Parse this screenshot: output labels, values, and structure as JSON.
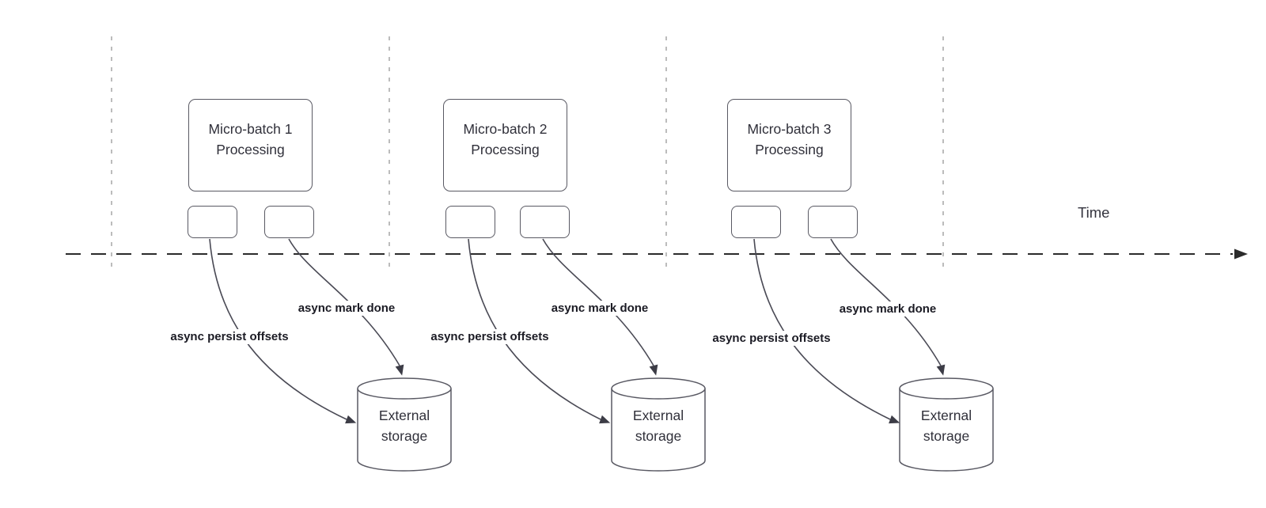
{
  "colors": {
    "background": "#ffffff",
    "node_stroke": "#595963",
    "curve_stroke": "#4a4a55",
    "axis_stroke": "#2b2b2b",
    "guide_stroke": "#a6a6a6",
    "node_text": "#30303a",
    "bold_label_text": "#1b1b24"
  },
  "time_axis": {
    "label": "Time"
  },
  "groups": [
    {
      "box_title": "Micro-batch 1",
      "box_subtitle": "Processing",
      "persist_label": "async persist offsets",
      "done_label": "async mark done",
      "storage_line1": "External",
      "storage_line2": "storage"
    },
    {
      "box_title": "Micro-batch 2",
      "box_subtitle": "Processing",
      "persist_label": "async persist offsets",
      "done_label": "async mark done",
      "storage_line1": "External",
      "storage_line2": "storage"
    },
    {
      "box_title": "Micro-batch 3",
      "box_subtitle": "Processing",
      "persist_label": "async persist offsets",
      "done_label": "async mark done",
      "storage_line1": "External",
      "storage_line2": "storage"
    }
  ]
}
